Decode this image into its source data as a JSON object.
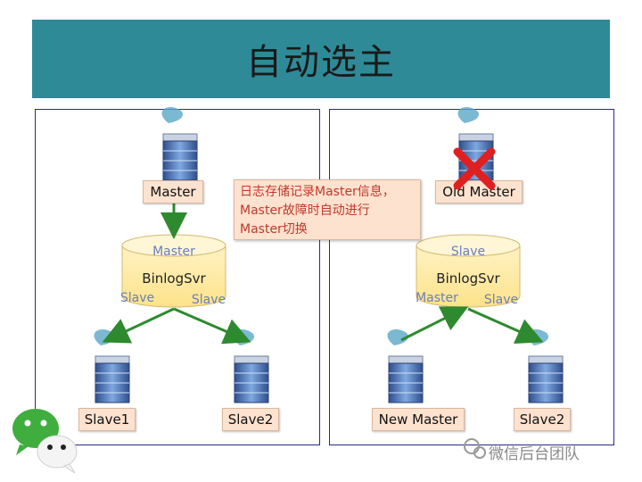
{
  "title": "自动选主",
  "left_panel": {
    "master_label": "Master",
    "binlog": {
      "name": "BinlogSvr",
      "top_role": "Master",
      "left_role": "Slave",
      "right_role": "Slave"
    },
    "slave1_label": "Slave1",
    "slave2_label": "Slave2"
  },
  "right_panel": {
    "old_master_label": "Old Master",
    "binlog": {
      "name": "BinlogSvr",
      "top_role": "Slave",
      "left_role": "Master",
      "right_role": "Slave"
    },
    "new_master_label": "New Master",
    "slave2_label": "Slave2"
  },
  "note": {
    "line1": "日志存储记录Master信息，",
    "line2": "Master故障时自动进行",
    "line3": "Master切换"
  },
  "watermark": "微信后台团队",
  "colors": {
    "title_bg": "#2e8a97",
    "arrow": "#2e8a2e",
    "label_bg": "#fde2cf",
    "fail_mark": "#e02020",
    "role_text": "#6a7fb8"
  }
}
